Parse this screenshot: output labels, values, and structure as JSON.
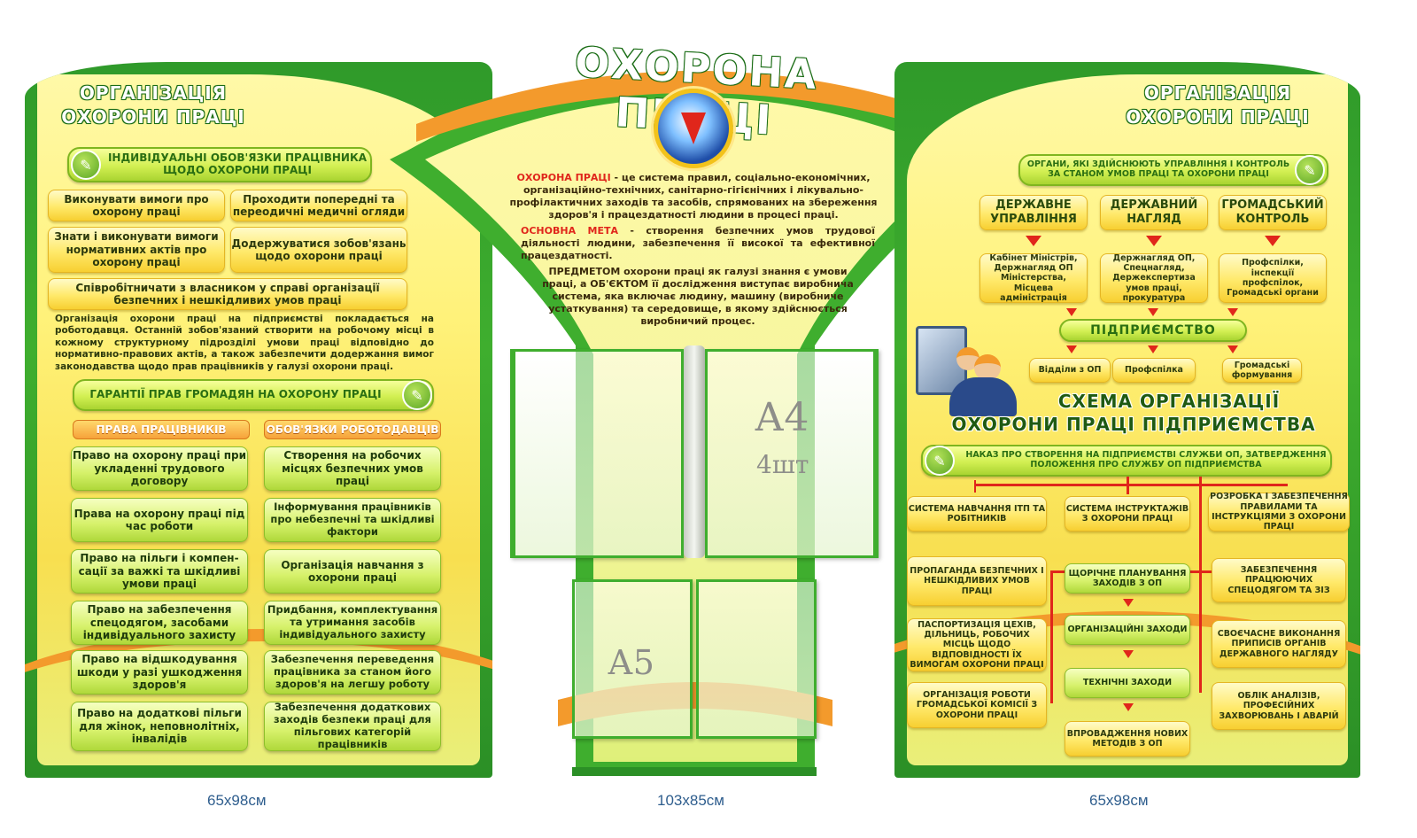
{
  "main_title": "ОХОРОНА ПРАЦІ",
  "left": {
    "title_line1": "ОРГАНІЗАЦІЯ",
    "title_line2": "ОХОРОНИ ПРАЦІ",
    "section1_title": "ІНДИВІДУАЛЬНІ ОБОВ'ЯЗКИ ПРАЦІВНИКА ЩОДО ОХОРОНИ ПРАЦІ",
    "duties": [
      "Виконувати вимоги про охорону праці",
      "Проходити попередні та переодичні медичні огляди",
      "Знати і виконувати вимоги нормативних актів про охорону праці",
      "Додержуватися зобов'язань щодо охорони праці",
      "Співробітничати з власником у справі організації безпечних і нешкідливих умов праці"
    ],
    "paragraph": "Організація охорони праці на підприємстві покладається на роботодавця. Останній зобов'язаний створити на робочому місці в кожному структурному підрозділі умови праці відповідно до нормативно-правових актів, а також забезпечити додержання вимог законодавства щодо прав працівників у галузі охорони праці.",
    "section2_title": "ГАРАНТІЇ ПРАВ ГРОМАДЯН НА ОХОРОНУ ПРАЦІ",
    "rights_header": "ПРАВА ПРАЦІВНИКІВ",
    "employer_header": "ОБОВ'ЯЗКИ РОБОТОДАВЦІВ",
    "rights": [
      "Право на охорону праці при укладенні трудового договору",
      "Права на охорону праці під час роботи",
      "Право на пільги і компен- сації за важкі та шкідливі умови праці",
      "Право на забезпечення спецодягом, засобами індивідуального захисту",
      "Право на відшкодування шкоди у разі ушкодження здоров'я",
      "Право на додаткові пільги для жінок, неповнолітніх, інвалідів"
    ],
    "employer_duties": [
      "Створення на робочих місцях безпечних умов праці",
      "Інформування працівників про небезпечні та шкідливі фактори",
      "Організація навчання з охорони праці",
      "Придбання, комплектування та утримання засобів індивідуального захисту",
      "Забезпечення переведення працівника за станом його здоров'я на легшу роботу",
      "Забезпечення додаткових заходів безпеки праці для пільгових категорій працівників"
    ]
  },
  "center": {
    "para1_label": "ОХОРОНА ПРАЦІ",
    "para1_text": " - це система правил, соціально-економічних, організаційно-технічних, санітарно-гігієнічних і лікувально-профілактичних заходів та засобів, спрямованих на збереження здоров'я і працездатності людини в процесі праці.",
    "para2_label": "ОСНОВНА МЕТА",
    "para2_text": " - створення безпечних умов трудової діяльності людини, забезпечення її високої та ефективної працездатності.",
    "para3_text": "ПРЕДМЕТОМ охорони праці як галузі знання є умови праці, а ОБ'ЄКТОМ її дослідження виступає виробнича система, яка включає людину, машину (виробниче устаткування) та середовище, в якому здійснюється виробничий процес.",
    "pocket_a4": "А4",
    "pocket_a4_count": "4шт",
    "pocket_a5": "А5"
  },
  "right": {
    "title_line1": "ОРГАНІЗАЦІЯ",
    "title_line2": "ОХОРОНИ ПРАЦІ",
    "bodies_title": "ОРГАНИ, ЯКІ ЗДІЙСНЮЮТЬ УПРАВЛІННЯ І КОНТРОЛЬ ЗА СТАНОМ УМОВ ПРАЦІ ТА ОХОРОНИ ПРАЦІ",
    "columns": [
      {
        "header": "ДЕРЖАВНЕ УПРАВЛІННЯ",
        "body": "Кабінет Міністрів, Держнагляд ОП Міністерства, Місцева адміністрація"
      },
      {
        "header": "ДЕРЖАВНИЙ НАГЛЯД",
        "body": "Держнагляд ОП, Спецнагляд, Держекспертиза умов праці, прокуратура"
      },
      {
        "header": "ГРОМАДСЬКИЙ КОНТРОЛЬ",
        "body": "Профспілки, інспекції профспілок, Громадські органи"
      }
    ],
    "enterprise": "ПІДПРИЄМСТВО",
    "sub_units": [
      "Відділи з ОП",
      "Профспілка",
      "Громадські формування"
    ],
    "scheme_title_line1": "СХЕМА ОРГАНІЗАЦІЇ",
    "scheme_title_line2": "ОХОРОНИ ПРАЦІ ПІДПРИЄМСТВА",
    "order_text": "НАКАЗ ПРО СТВОРЕННЯ НА ПІДПРИЄМСТВІ СЛУЖБИ ОП, ЗАТВЕРДЖЕННЯ ПОЛОЖЕННЯ ПРО СЛУЖБУ ОП ПІДПРИЄМСТВА",
    "scheme_left": [
      "СИСТЕМА НАВЧАННЯ ІТП ТА РОБІТНИКІВ",
      "ПРОПАГАНДА БЕЗПЕЧНИХ І НЕШКІДЛИВИХ УМОВ ПРАЦІ",
      "ПАСПОРТИЗАЦІЯ ЦЕХІВ, ДІЛЬНИЦЬ, РОБОЧИХ МІСЦЬ ЩОДО ВІДПОВІДНОСТІ ЇХ ВИМОГАМ ОХОРОНИ ПРАЦІ",
      "ОРГАНІЗАЦІЯ РОБОТИ ГРОМАДСЬКОЇ КОМІСІЇ З ОХОРОНИ ПРАЦІ"
    ],
    "scheme_center": [
      "СИСТЕМА ІНСТРУКТАЖІВ З ОХОРОНИ ПРАЦІ",
      "ЩОРІЧНЕ ПЛАНУВАННЯ ЗАХОДІВ З ОП",
      "ОРГАНІЗАЦІЙНІ ЗАХОДИ",
      "ТЕХНІЧНІ ЗАХОДИ",
      "ВПРОВАДЖЕННЯ НОВИХ МЕТОДІВ З ОП"
    ],
    "scheme_right": [
      "РОЗРОБКА І ЗАБЕЗПЕЧЕННЯ ПРАВИЛАМИ ТА ІНСТРУКЦІЯМИ З ОХОРОНИ ПРАЦІ",
      "ЗАБЕЗПЕЧЕННЯ ПРАЦЮЮЧИХ СПЕЦОДЯГОМ ТА ЗІЗ",
      "СВОЄЧАСНЕ ВИКОНАННЯ ПРИПИСІВ ОРГАНІВ ДЕРЖАВНОГО НАГЛЯДУ",
      "ОБЛІК АНАЛІЗІВ, ПРОФЕСІЙНИХ ЗАХВОРЮВАНЬ І АВАРІЙ"
    ]
  },
  "dimensions": [
    "65х98см",
    "103х85см",
    "65х98см"
  ],
  "colors": {
    "frame_green": "#3fae2e",
    "panel_yellow": "#fff27a",
    "accent_orange": "#f39a2c",
    "arrow_red": "#e0261b"
  }
}
